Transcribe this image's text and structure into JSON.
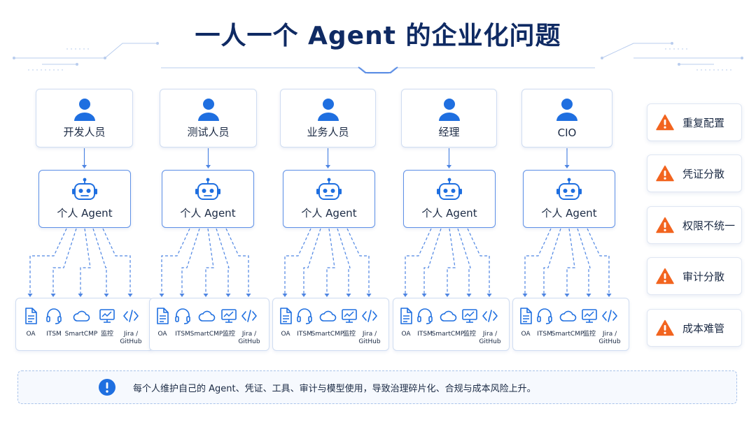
{
  "title": "一人一个 Agent 的企业化问题",
  "columns": [
    {
      "role": "开发人员",
      "agent": "个人 Agent"
    },
    {
      "role": "测试人员",
      "agent": "个人 Agent"
    },
    {
      "role": "业务人员",
      "agent": "个人 Agent"
    },
    {
      "role": "经理",
      "agent": "个人 Agent"
    },
    {
      "role": "CIO",
      "agent": "个人 Agent"
    }
  ],
  "tools": [
    {
      "icon": "document-icon",
      "label": "OA"
    },
    {
      "icon": "headset-icon",
      "label": "ITSM"
    },
    {
      "icon": "cloud-icon",
      "label": "SmartCMP"
    },
    {
      "icon": "monitor-chart-icon",
      "label": "监控"
    },
    {
      "icon": "code-icon",
      "label": "Jira /\nGitHub"
    }
  ],
  "issues": [
    {
      "icon": "warning-icon",
      "label": "重复配置"
    },
    {
      "icon": "warning-icon",
      "label": "凭证分散"
    },
    {
      "icon": "warning-icon",
      "label": "权限不统一"
    },
    {
      "icon": "warning-icon",
      "label": "审计分散"
    },
    {
      "icon": "warning-icon",
      "label": "成本难管"
    }
  ],
  "footer": {
    "icon": "info-icon",
    "text": "每个人维护自己的 Agent、凭证、工具、审计与模型使用，导致治理碎片化、合规与成本风险上升。"
  },
  "colors": {
    "accent": "#1f6fe0",
    "warning": "#f2641f",
    "title": "#0f2a63"
  }
}
